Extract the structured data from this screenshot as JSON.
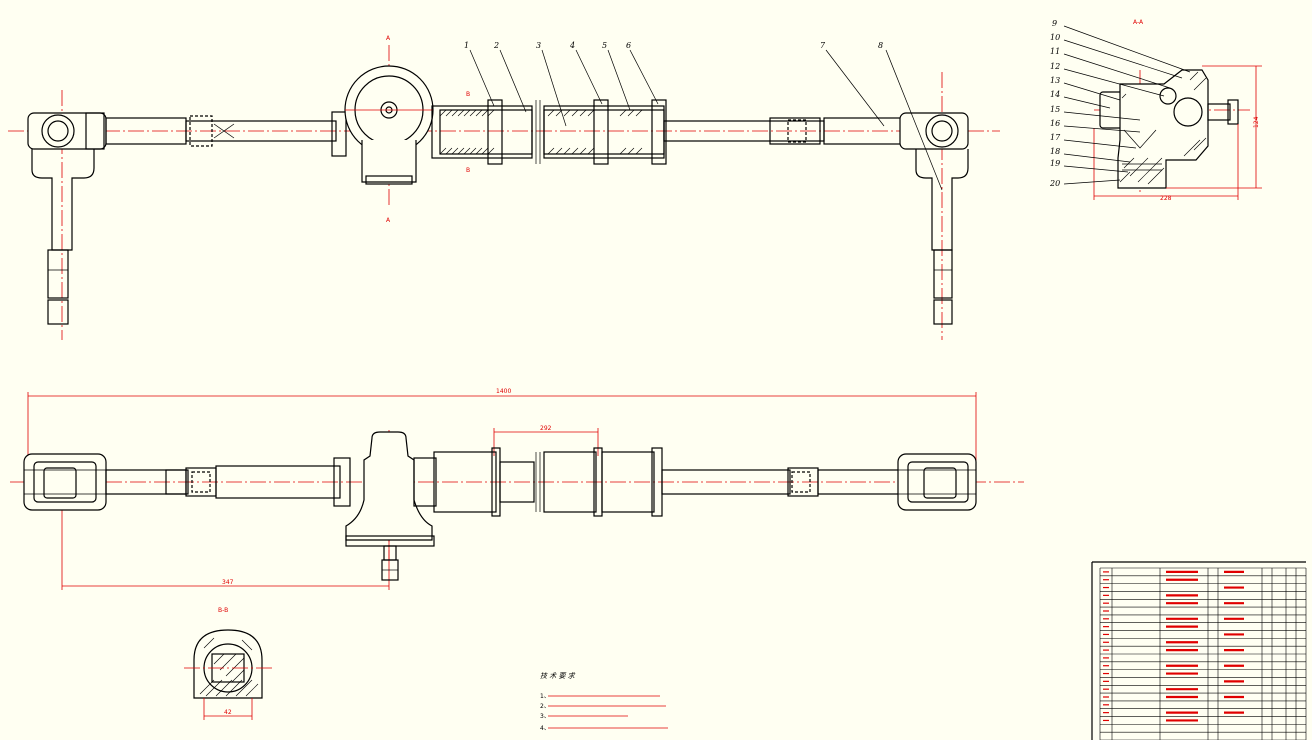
{
  "section_labels": {
    "aa": "A-A",
    "bb": "B-B",
    "a_mark": "A",
    "b_mark": "B"
  },
  "callouts_main": [
    "1",
    "2",
    "3",
    "4",
    "5",
    "6",
    "7",
    "8"
  ],
  "callouts_section": [
    "9",
    "10",
    "11",
    "12",
    "13",
    "14",
    "15",
    "16",
    "17",
    "18",
    "19",
    "20"
  ],
  "dimensions": {
    "overall_length": "1400",
    "left_dim": "347",
    "travel": "292",
    "bb_width": "42",
    "aa_height": "124",
    "aa_width": "228"
  },
  "tech_req": {
    "title": "技 术 要 求",
    "lines": [
      "1、",
      "2、",
      "3、",
      "4、"
    ]
  },
  "colors": {
    "background": "#fffff2",
    "outline": "#000000",
    "centerline": "#e00000"
  }
}
